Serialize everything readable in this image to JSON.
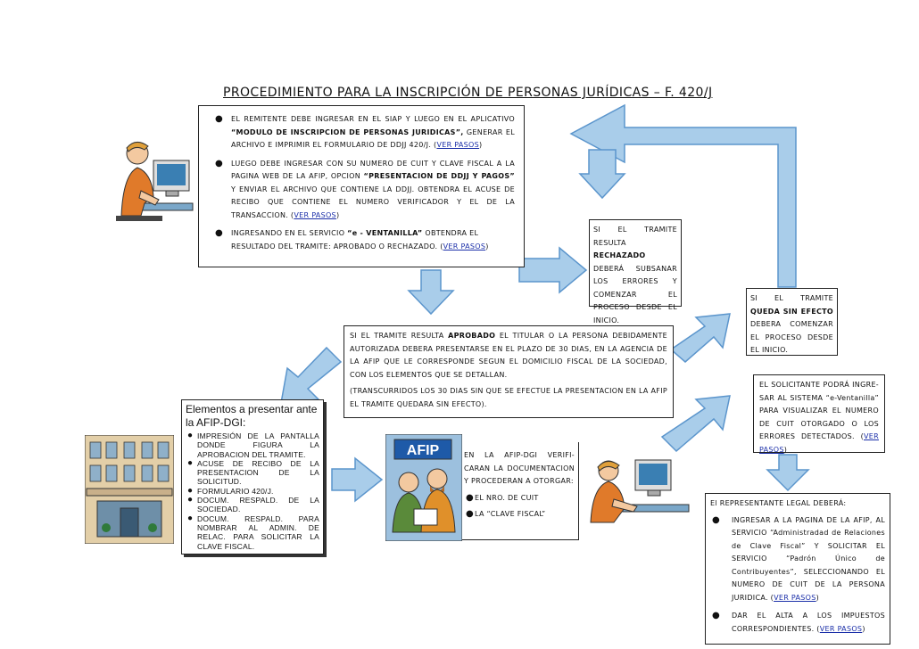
{
  "title": "PROCEDIMIENTO PARA LA INSCRIPCIÓN DE PERSONAS JURÍDICAS – F. 420/J",
  "colors": {
    "arrow_fill": "#a9cdea",
    "arrow_stroke": "#5b95cc",
    "link": "#1a2ea8"
  },
  "icons": [
    "computer-user-illustration",
    "building-illustration",
    "afip-officers-illustration",
    "person-at-computer-illustration"
  ],
  "main_steps": [
    {
      "pre": "EL REMITENTE DEBE INGRESAR EN EL SIAP Y  LUEGO EN EL APLICATIVO ",
      "em": "“MODULO DE INSCRIPCION DE PERSONAS JURIDICAS”,",
      "post": " GENERAR EL ARCHIVO E IMPRIMIR EL FORMULARIO DE DDJJ 420/J.   (",
      "link": "VER PASOS",
      "tail": ")"
    },
    {
      "pre": "LUEGO DEBE INGRESAR CON SU NUMERO DE CUIT Y CLAVE FISCAL A LA PAGINA WEB DE LA AFIP, OPCION ",
      "em": "“PRESENTACION DE DDJJ Y PAGOS”",
      "post": " Y ENVIAR EL ARCHIVO QUE CONTIENE LA DDJJ. OBTENDRA EL ACUSE DE RECIBO QUE CONTIENE EL NUMERO VERIFICADOR Y EL DE LA TRANSACCION.  (",
      "link": "VER PASOS",
      "tail": ")"
    },
    {
      "pre": "INGRESANDO EN EL SERVICIO  ",
      "em": "“e - VENTANILLA”",
      "post": " OBTENDRA EL RESULTADO DEL TRAMITE:  APROBADO  O RECHAZADO. (",
      "link": "VER PASOS",
      "tail": ")"
    }
  ],
  "rechazado": {
    "pre": "SI EL TRAMITE RESULTA ",
    "em": "RECHAZADO",
    "post": " DEBERÁ SUBSANAR LOS ERRORES Y COMENZAR EL PROCESO DESDE EL INICIO."
  },
  "sin_efecto": {
    "pre": "SI EL TRAMITE ",
    "em": "QUEDA SIN EFECTO",
    "post": " DEBERA COMENZAR EL PROCESO DESDE EL INICIO."
  },
  "aprobado": {
    "pre": "SI EL TRAMITE RESULTA ",
    "em": "APROBADO",
    "post": "  EL TITULAR O LA PERSONA DEBIDAMENTE AUTORIZADA DEBERA PRESENTARSE  EN EL PLAZO DE 30 DIAS, EN LA AGENCIA DE LA AFIP QUE LE CORRESPONDE SEGUN EL DOMICILIO FISCAL DE LA SOCIEDAD, CON LOS ELEMENTOS QUE SE DETALLAN.",
    "note": "(TRANSCURRIDOS LOS 30 DIAS SIN QUE SE EFECTUE LA PRESENTACION EN LA AFIP EL TRAMITE QUEDARA SIN EFECTO)."
  },
  "elementos": {
    "heading": "Elementos a presentar ante la AFIP-DGI:",
    "items": [
      "IMPRESIÓN DE LA PANTALLA DONDE FIGURA LA APROBACION DEL TRAMITE.",
      "ACUSE DE RECIBO DE LA PRESENTACION DE LA SOLICITUD.",
      "FORMULARIO 420/J.",
      "DOCUM. RESPALD. DE LA SOCIEDAD.",
      "DOCUM. RESPALD. PARA NOMBRAR AL ADMIN. DE RELAC. PARA SOLICITAR LA CLAVE FISCAL."
    ]
  },
  "afip_sign": "AFIP",
  "verifica": {
    "intro": "EN LA AFIP-DGI VERIFI-CARAN LA DOCUMENTACION Y PROCEDERAN A OTORGAR:",
    "items": [
      "EL NRO. DE CUIT",
      "LA “CLAVE FISCAL”"
    ]
  },
  "solicitante": {
    "text": "EL SOLICITANTE PODRÁ INGRE-SAR AL SISTEMA “e-Ventanilla” PARA VISUALIZAR EL NUMERO DE CUIT OTORGADO  O LOS ERRORES DETECTADOS. (",
    "link": "VER PASOS",
    "tail": ")"
  },
  "representante": {
    "heading": "El REPRESENTANTE LEGAL DEBERÁ:",
    "items": [
      {
        "text": "INGRESAR A LA PAGINA DE LA AFIP, AL SERVICIO  “Administradad de Relaciones de Clave Fiscal” Y SOLICITAR EL SERVICIO “Padrón Único de Contribuyentes”, SELECCIONANDO EL NUMERO DE CUIT DE LA PERSONA JURIDICA.   (",
        "link": "VER PASOS",
        "tail": ")"
      },
      {
        "text": "DAR EL ALTA A LOS IMPUESTOS CORRESPONDIENTES.   (",
        "link": "VER PASOS",
        "tail": ")"
      }
    ]
  }
}
